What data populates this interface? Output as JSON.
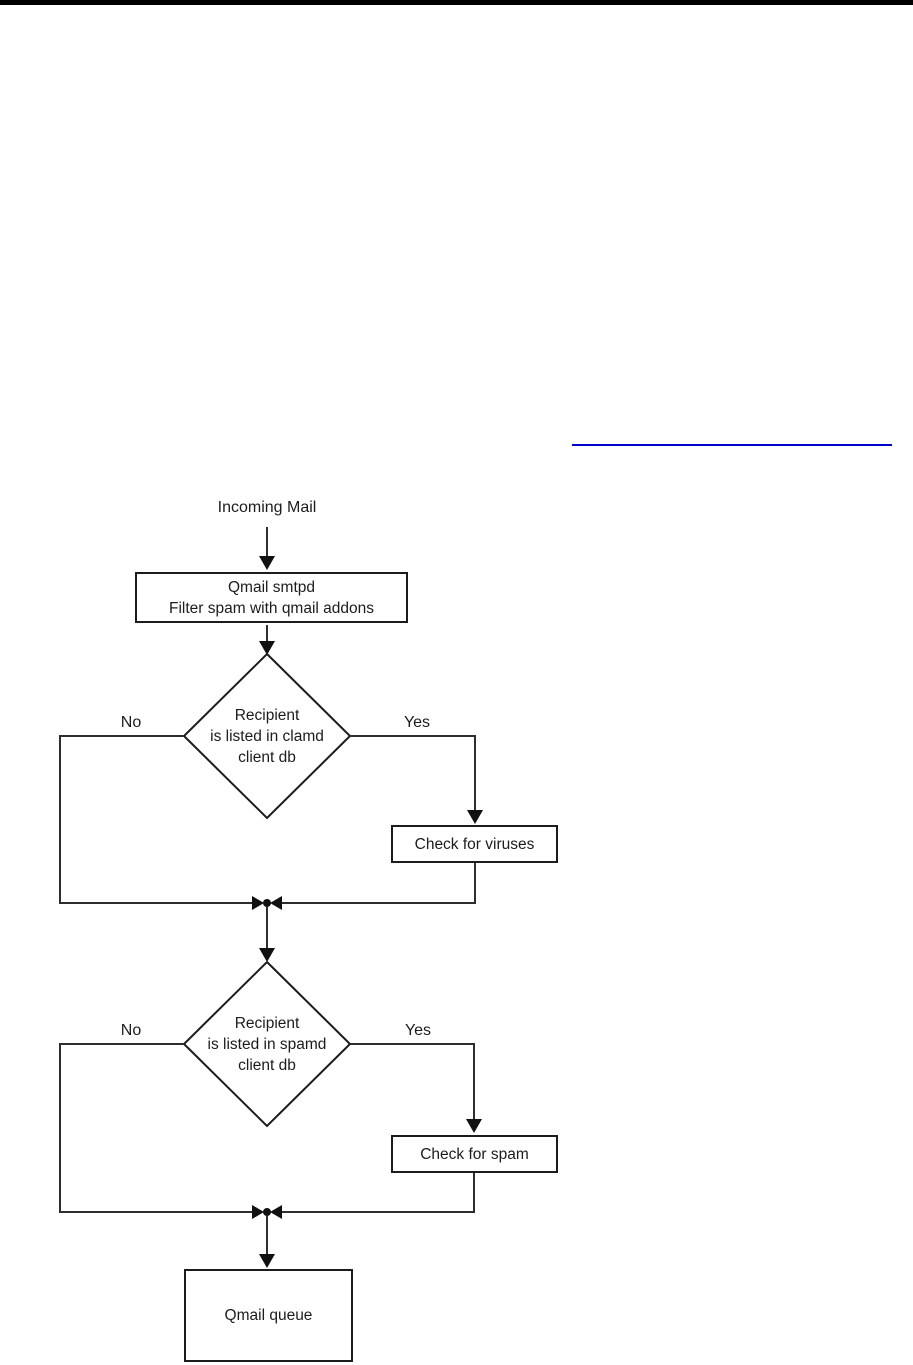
{
  "page": {
    "divider_rule_color": "#0000cb",
    "top_bar_color": "#000000"
  },
  "flow": {
    "start_label": "Incoming Mail",
    "process_box": {
      "line1": "Qmail smtpd",
      "line2": "Filter spam with qmail addons"
    },
    "decision1": {
      "line1": "Recipient",
      "line2": "is listed in clamd",
      "line3": "client db",
      "no_label": "No",
      "yes_label": "Yes"
    },
    "action1_label": "Check for viruses",
    "decision2": {
      "line1": "Recipient",
      "line2": "is listed in spamd",
      "line3": "client db",
      "no_label": "No",
      "yes_label": "Yes"
    },
    "action2_label": "Check for spam",
    "end_box_label": "Qmail queue"
  }
}
